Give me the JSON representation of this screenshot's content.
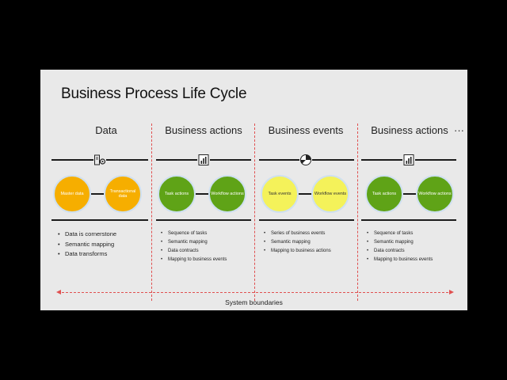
{
  "title": "Business Process Life Cycle",
  "ellipsis": "···",
  "boundary_label": "System boundaries",
  "sections": [
    {
      "title": "Data",
      "icon": "server-gear-icon",
      "circles": [
        {
          "label": "Master data",
          "color": "#f6ae00"
        },
        {
          "label": "Transactional data",
          "color": "#f6ae00"
        }
      ],
      "bullets": [
        "Data is cornerstone",
        "Semantic mapping",
        "Data transforms"
      ]
    },
    {
      "title": "Business actions",
      "icon": "chart-document-icon",
      "circles": [
        {
          "label": "Task actions",
          "color": "#5fa317"
        },
        {
          "label": "Workflow actions",
          "color": "#5fa317"
        }
      ],
      "bullets": [
        "Sequence of tasks",
        "Semantic mapping",
        "Data contracts",
        "Mapping to business events"
      ]
    },
    {
      "title": "Business events",
      "icon": "pie-chart-icon",
      "circles": [
        {
          "label": "Task events",
          "color": "#f4f25a"
        },
        {
          "label": "Workflow events",
          "color": "#f4f25a"
        }
      ],
      "bullets": [
        "Series of business events",
        "Semantic mapping",
        "Mapping to business actions"
      ]
    },
    {
      "title": "Business actions",
      "icon": "chart-document-icon",
      "circles": [
        {
          "label": "Task actions",
          "color": "#5fa317"
        },
        {
          "label": "Workflow actions",
          "color": "#5fa317"
        }
      ],
      "bullets": [
        "Sequence of tasks",
        "Semantic mapping",
        "Data contracts",
        "Mapping to business events"
      ]
    }
  ]
}
